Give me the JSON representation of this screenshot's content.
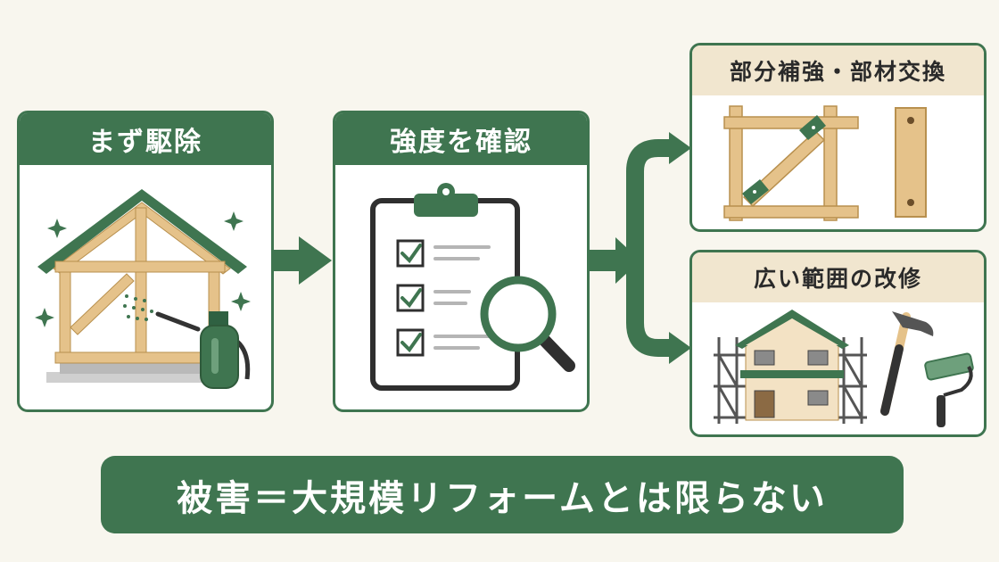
{
  "steps": {
    "first": {
      "title": "まず駆除"
    },
    "second": {
      "title": "強度を確認"
    },
    "option_a": {
      "title": "部分補強・部材交換"
    },
    "option_b": {
      "title": "広い範囲の改修"
    }
  },
  "banner": {
    "text": "被害＝大規模リフォームとは限らない"
  },
  "colors": {
    "primary_green": "#3f7550",
    "header_beige": "#f1e6cf",
    "wood": "#e5c28a",
    "background": "#f8f6ee"
  },
  "icons": [
    "house-frame-icon",
    "sprayer-icon",
    "clipboard-icon",
    "magnifier-icon",
    "timber-brace-icon",
    "timber-plate-icon",
    "scaffold-house-icon",
    "hammer-icon",
    "paint-roller-icon",
    "sparkle-icon",
    "arrow-icon"
  ]
}
